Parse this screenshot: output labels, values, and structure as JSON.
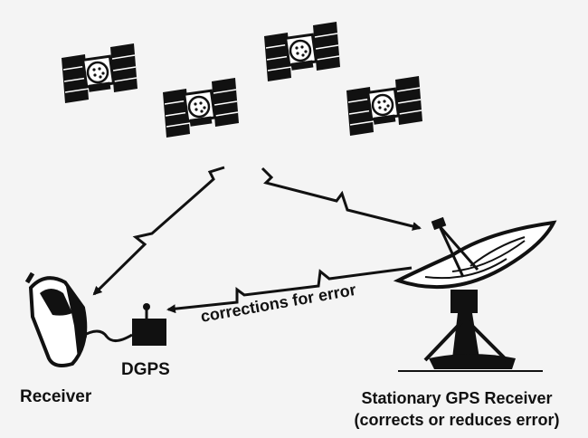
{
  "labels": {
    "dgps": "DGPS",
    "receiver": "Receiver",
    "station_line1": "Stationary GPS Receiver",
    "station_line2": "(corrects or reduces error)",
    "corrections": "corrections for error"
  },
  "icons": [
    "satellite-icon",
    "handheld-receiver-icon",
    "dgps-box-icon",
    "satellite-dish-icon"
  ],
  "colors": {
    "ink": "#111111",
    "background": "#f4f4f4"
  }
}
